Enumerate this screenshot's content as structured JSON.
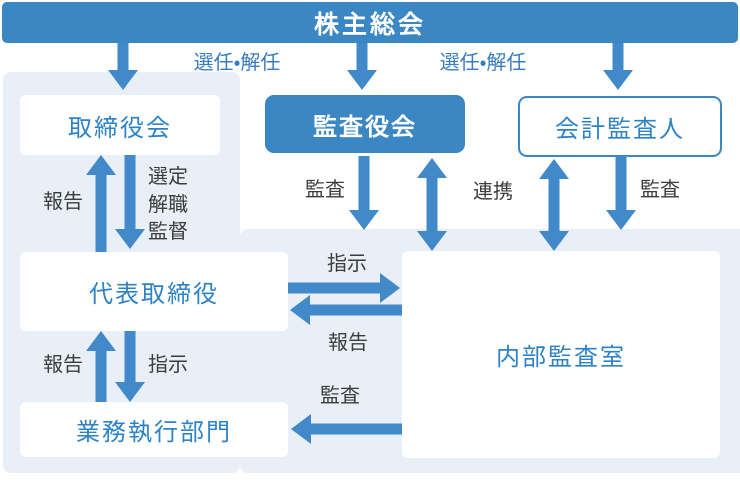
{
  "colors": {
    "primary_blue": "#3a87c4",
    "arrow_blue": "#4189c8",
    "panel_blue": "#e9eff7",
    "box_text_blue": "#2e82c6",
    "label_blue": "#3a7cc0",
    "label_gray": "#3c3c3c"
  },
  "banner": {
    "label": "株主総会"
  },
  "boxes": {
    "board_of_directors": {
      "label": "取締役会"
    },
    "audit_board": {
      "label": "監査役会"
    },
    "accounting_auditor": {
      "label": "会計監査人"
    },
    "representative_director": {
      "label": "代表取締役"
    },
    "executive_departments": {
      "label": "業務執行部門"
    },
    "internal_audit_office": {
      "label": "内部監査室"
    }
  },
  "edge_labels": {
    "appoint_dismiss_left": "選任・解任",
    "appoint_dismiss_right": "選任・解任",
    "report_to_board": "報告",
    "select": "選定",
    "dismiss": "解職",
    "supervise": "監督",
    "audit_by_audit_board": "監査",
    "cooperation": "連携",
    "audit_by_accounting_auditor": "監査",
    "instruct_internal": "指示",
    "report_from_internal": "報告",
    "report_to_rep": "報告",
    "instruct_exec": "指示",
    "audit_exec": "監査"
  }
}
